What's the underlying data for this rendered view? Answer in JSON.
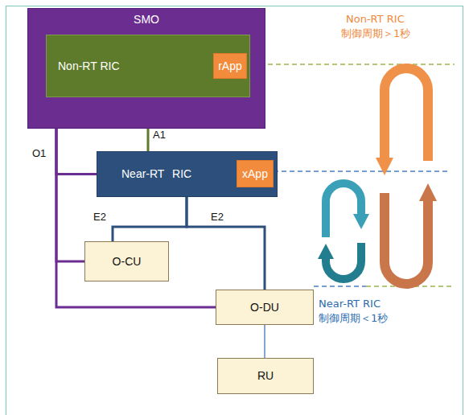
{
  "diagram": {
    "nodes": [
      {
        "text": [
          "SMO"
        ]
      },
      {
        "text": [
          "Non-RT RIC"
        ],
        "in": 0
      },
      {
        "text": [
          "rApp"
        ],
        "in": 1
      },
      {
        "text": [
          "Near-RT RIC"
        ]
      },
      {
        "text": [
          "xApp"
        ],
        "in": 3
      },
      {
        "text": [
          "O-CU"
        ]
      },
      {
        "text": [
          "O-DU"
        ]
      },
      {
        "text": [
          "RU"
        ]
      }
    ],
    "edges": [
      {
        "from": 1,
        "to": 3,
        "arrow": "none",
        "label": "A1"
      },
      {
        "from": 0,
        "to": 3,
        "arrow": "none",
        "label": "O1"
      },
      {
        "from": 0,
        "to": 5,
        "arrow": "none"
      },
      {
        "from": 0,
        "to": 6,
        "arrow": "none"
      },
      {
        "from": 3,
        "to": 5,
        "arrow": "none",
        "label": "E2"
      },
      {
        "from": 3,
        "to": 6,
        "arrow": "none",
        "label": "E2"
      },
      {
        "from": 6,
        "to": 7,
        "arrow": "none"
      }
    ],
    "labels": [
      "Non-RT RIC",
      "制御周期＞1秒",
      "Near-RT RIC",
      "制御周期＜1秒"
    ]
  }
}
